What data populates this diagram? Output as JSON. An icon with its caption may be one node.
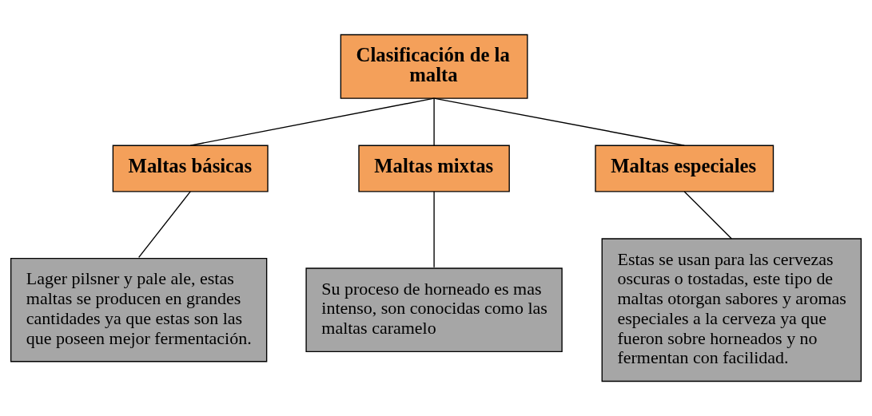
{
  "diagram": {
    "nodes": [
      {
        "text": [
          "Clasificación de la malta"
        ]
      },
      {
        "text": [
          "Maltas básicas"
        ]
      },
      {
        "text": [
          "Maltas mixtas"
        ]
      },
      {
        "text": [
          "Maltas especiales"
        ]
      },
      {
        "text": [
          "Lager pilsner y pale ale, estas maltas se producen en grandes cantidades ya que estas son las que poseen mejor fermentación."
        ]
      },
      {
        "text": [
          "Su proceso de horneado es mas intenso, son conocidas como las maltas caramelo"
        ]
      },
      {
        "text": [
          "Estas se usan para las cervezas oscuras o tostadas, este tipo de maltas otorgan sabores y aromas especiales a la cerveza ya que fueron sobre horneados y no fermentan con facilidad."
        ]
      }
    ],
    "edges": [
      {
        "from": 0,
        "to": 1,
        "arrow": "none"
      },
      {
        "from": 0,
        "to": 2,
        "arrow": "none"
      },
      {
        "from": 0,
        "to": 3,
        "arrow": "none"
      },
      {
        "from": 1,
        "to": 4,
        "arrow": "none"
      },
      {
        "from": 2,
        "to": 5,
        "arrow": "none"
      },
      {
        "from": 3,
        "to": 6,
        "arrow": "none"
      }
    ]
  }
}
